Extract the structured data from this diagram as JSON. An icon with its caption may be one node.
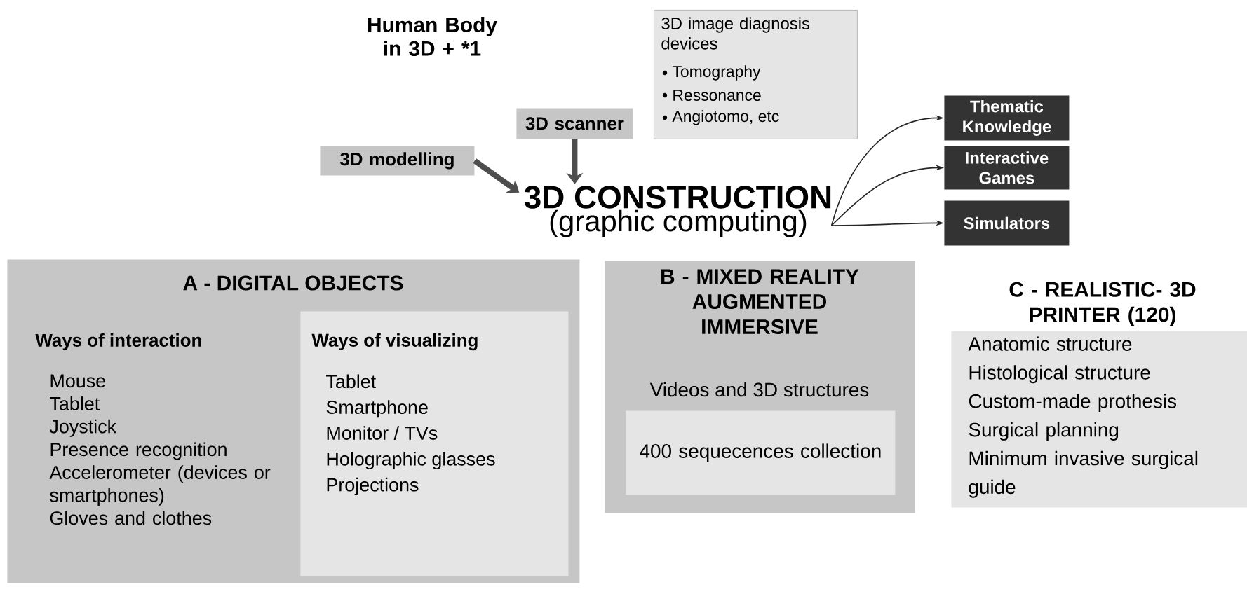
{
  "diagram": {
    "title": "Human Body in 3D + *1",
    "nodes": [
      {
        "text": [
          "3D image diagnosis devices",
          "Tomography",
          "Ressonance",
          "Angiotomo, etc"
        ]
      },
      {
        "text": [
          "3D scanner"
        ]
      },
      {
        "text": [
          "3D modelling"
        ]
      },
      {
        "text": [
          "3D CONSTRUCTION",
          "(graphic computing)"
        ]
      },
      {
        "text": [
          "Thematic Knowledge"
        ]
      },
      {
        "text": [
          "Interactive Games"
        ]
      },
      {
        "text": [
          "Simulators"
        ]
      },
      {
        "text": [
          "A - DIGITAL OBJECTS",
          "Ways of interaction",
          "Mouse",
          "Tablet",
          "Joystick",
          "Presence recognition",
          "Accelerometer (devices or smartphones)",
          "Gloves and clothes"
        ]
      },
      {
        "text": [
          "Ways of visualizing",
          "Tablet",
          "Smartphone",
          "Monitor / TVs",
          "Holographic glasses",
          "Projections"
        ],
        "in": 7
      },
      {
        "text": [
          "B - MIXED REALITY AUGMENTED IMMERSIVE",
          "Videos and 3D structures"
        ]
      },
      {
        "text": [
          "400 sequecences collection"
        ],
        "in": 9
      },
      {
        "text": [
          "C - REALISTIC- 3D PRINTER (120)",
          "Anatomic structure",
          "Histological structure",
          "Custom-made prothesis",
          "Surgical planning",
          "Minimum invasive surgical guide"
        ]
      }
    ],
    "edges": [
      {
        "from": 2,
        "to": 3,
        "arrow": "to",
        "style": "thick",
        "color": "#4d4d4d"
      },
      {
        "from": 1,
        "to": 3,
        "arrow": "to",
        "style": "thick",
        "color": "#4d4d4d"
      },
      {
        "from": 3,
        "to": 4,
        "arrow": "to"
      },
      {
        "from": 3,
        "to": 5,
        "arrow": "to"
      },
      {
        "from": 3,
        "to": 6,
        "arrow": "to"
      }
    ]
  }
}
